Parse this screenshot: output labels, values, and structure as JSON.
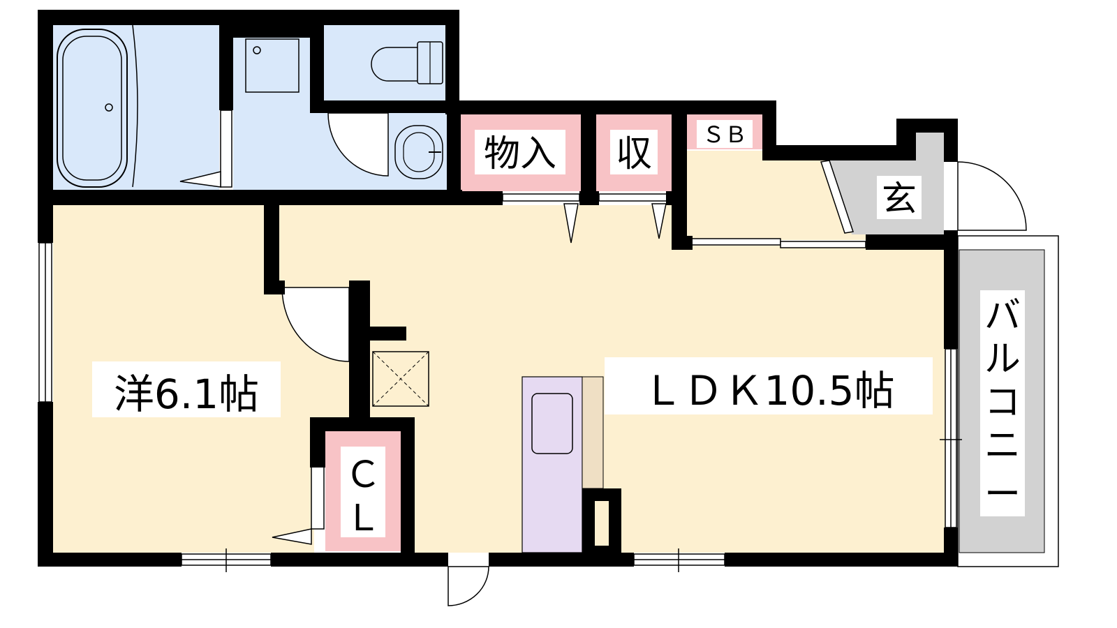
{
  "plan": {
    "rooms": {
      "western": {
        "label": "洋6.1帖"
      },
      "ldk": {
        "label": "ＬＤＫ10.5帖"
      },
      "storage_a": {
        "label": "物入"
      },
      "storage_b": {
        "label": "収"
      },
      "shoe_box": {
        "label": "ＳＢ"
      },
      "entrance": {
        "label": "玄"
      },
      "closet": {
        "line1": "Ｃ",
        "line2": "Ｌ"
      },
      "balcony": {
        "chars": [
          "バ",
          "ル",
          "コ",
          "ニ",
          "ー"
        ]
      }
    },
    "colors": {
      "living": "#FDF0D0",
      "wet_area": "#D9E8FA",
      "storage": "#F8C3C6",
      "entrance": "#D2D2D2",
      "balcony": "#D2D2D2",
      "kitchen": "#E6DAF2",
      "counter": "#EFDFC4",
      "wall": "#000000"
    }
  }
}
